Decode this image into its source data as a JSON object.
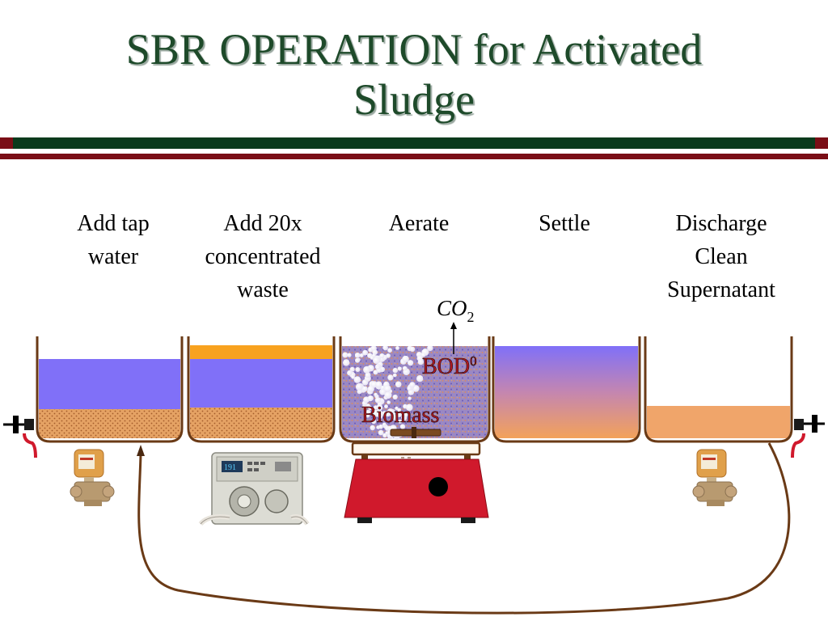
{
  "title": {
    "line1": "SBR OPERATION for Activated",
    "line2": "Sludge"
  },
  "stages": [
    {
      "lines": [
        "Add tap",
        "water"
      ]
    },
    {
      "lines": [
        "Add 20x",
        "concentrated",
        "waste"
      ]
    },
    {
      "lines": [
        "Aerate"
      ]
    },
    {
      "lines": [
        "Settle"
      ]
    },
    {
      "lines": [
        "Discharge",
        "Clean",
        "Supernatant"
      ]
    }
  ],
  "annotations": {
    "co2": "CO",
    "co2_sub": "2",
    "bod": "BOD",
    "bod_sup": "0",
    "biomass": "Biomass"
  },
  "pump_display": "191",
  "colors": {
    "title": "#1e4a2a",
    "water": "#8070f8",
    "sludge": "#e5a264",
    "waste_layer": "#f8a21f",
    "tank_outline": "#6a3a16",
    "stirrer": "#d0192c",
    "rule_green": "#0a3a1c",
    "rule_red": "#7a0e16"
  }
}
